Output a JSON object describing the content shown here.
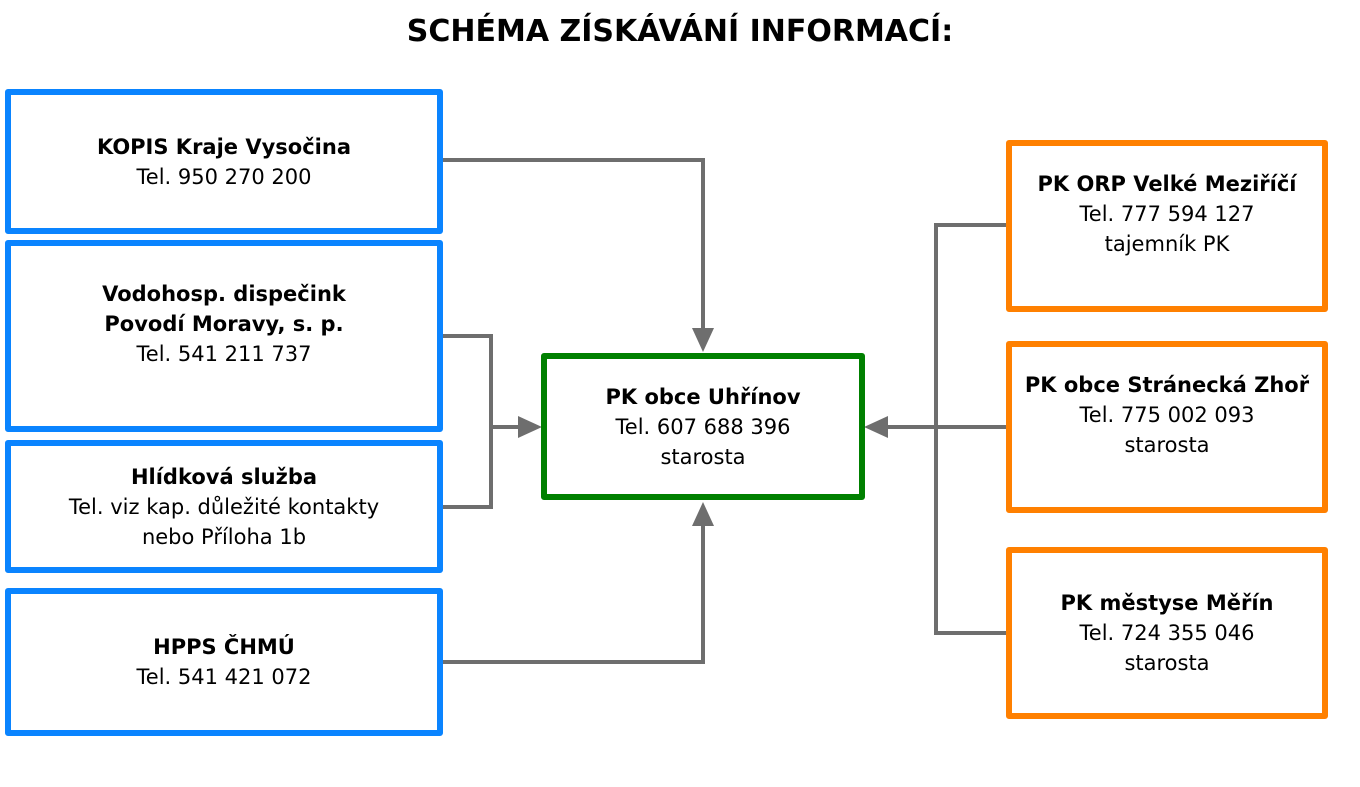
{
  "title": "SCHÉMA ZÍSKÁVÁNÍ INFORMACÍ:",
  "colors": {
    "source_border": "#0a84ff",
    "center_border": "#008000",
    "neighbor_border": "#ff8000",
    "connector": "#6e6e6e"
  },
  "sources": [
    {
      "name": "KOPIS Kraje Vysočina",
      "lines": [
        "Tel. 950 270 200"
      ]
    },
    {
      "name_lines": [
        "Vodohosp. dispečink",
        "Povodí Moravy, s. p."
      ],
      "lines": [
        "Tel. 541 211 737"
      ]
    },
    {
      "name": "Hlídková služba",
      "lines": [
        "Tel. viz kap. důležité kontakty",
        "nebo Příloha 1b"
      ]
    },
    {
      "name": "HPPS ČHMÚ",
      "lines": [
        "Tel. 541 421 072"
      ]
    }
  ],
  "center": {
    "name": "PK obce Uhřínov",
    "lines": [
      "Tel. 607 688 396",
      "starosta"
    ]
  },
  "neighbors": [
    {
      "name": "PK ORP Velké Meziříčí",
      "lines": [
        "Tel. 777 594 127",
        "tajemník PK"
      ]
    },
    {
      "name": "PK obce Stránecká Zhoř",
      "lines": [
        "Tel. 775 002 093",
        "starosta"
      ]
    },
    {
      "name": "PK městyse Měřín",
      "lines": [
        "Tel. 724 355 046",
        "starosta"
      ]
    }
  ]
}
